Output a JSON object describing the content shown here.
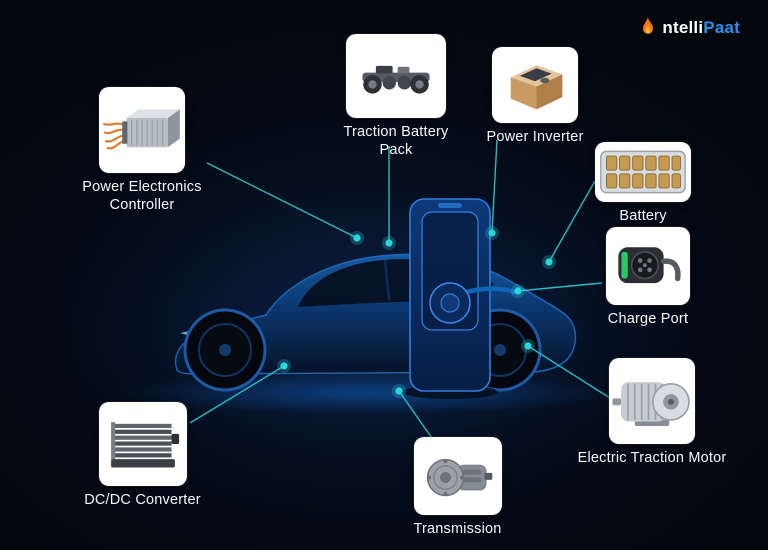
{
  "brand": {
    "part1": "ntelli",
    "part2": "Paat"
  },
  "components": [
    {
      "label": "Power Electronics Controller",
      "icon": "power-electronics-controller"
    },
    {
      "label": "Traction Battery Pack",
      "icon": "traction-battery-pack"
    },
    {
      "label": "Power Inverter",
      "icon": "power-inverter"
    },
    {
      "label": "Battery",
      "icon": "battery"
    },
    {
      "label": "Charge Port",
      "icon": "charge-port"
    },
    {
      "label": "Electric Traction Motor",
      "icon": "electric-traction-motor"
    },
    {
      "label": "Transmission",
      "icon": "transmission"
    },
    {
      "label": "DC/DC Converter",
      "icon": "dc-dc-converter"
    }
  ],
  "colors": {
    "background": "#03070e",
    "connector_cyan": "#2bd5dc",
    "car_blue": "#1d5fae",
    "station_blue": "#2e7de2",
    "brand_blue": "#2e8fe8",
    "flame_orange": "#f4731f",
    "label_text": "#f4f7fa"
  }
}
